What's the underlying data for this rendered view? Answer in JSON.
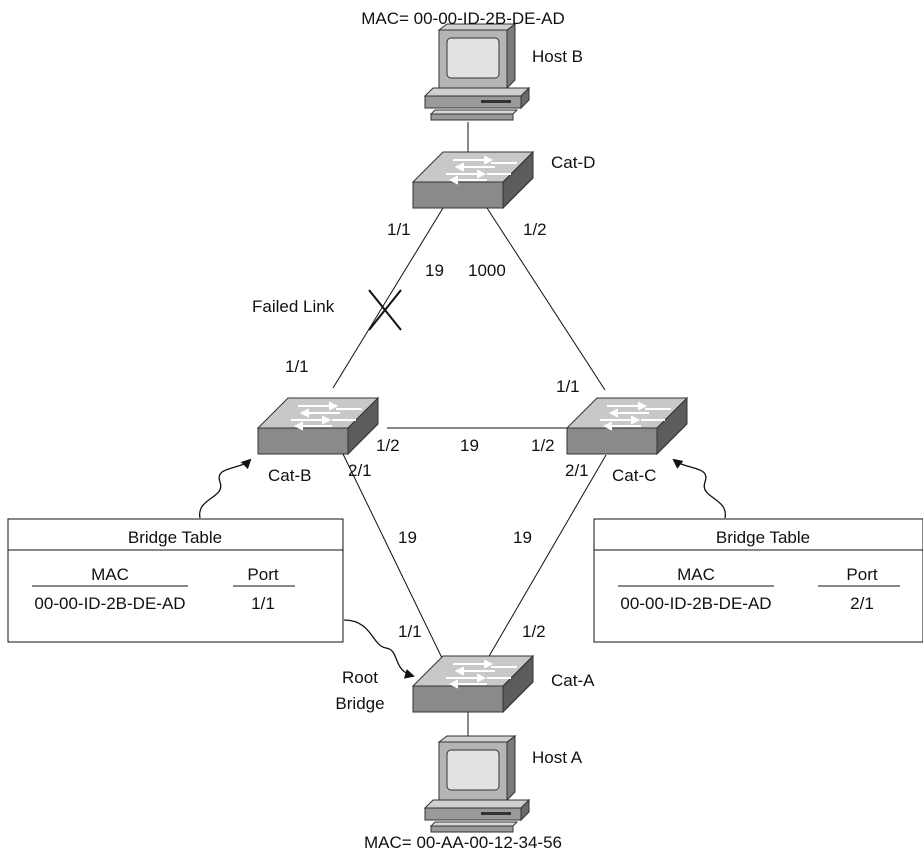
{
  "hosts": {
    "host_b": {
      "label": "Host B",
      "mac": "MAC= 00-00-ID-2B-DE-AD"
    },
    "host_a": {
      "label": "Host A",
      "mac": "MAC= 00-AA-00-12-34-56"
    }
  },
  "switches": {
    "cat_a": {
      "label": "Cat-A",
      "role_line1": "Root",
      "role_line2": "Bridge"
    },
    "cat_b": {
      "label": "Cat-B"
    },
    "cat_c": {
      "label": "Cat-C"
    },
    "cat_d": {
      "label": "Cat-D"
    }
  },
  "ports": {
    "d_1_1": "1/1",
    "d_1_2": "1/2",
    "b_1_1": "1/1",
    "b_1_2": "1/2",
    "b_2_1": "2/1",
    "c_1_1": "1/1",
    "c_1_2": "1/2",
    "c_2_1": "2/1",
    "a_1_1": "1/1",
    "a_1_2": "1/2"
  },
  "costs": {
    "d_b": "19",
    "d_c": "1000",
    "b_c": "19",
    "b_a": "19",
    "c_a": "19"
  },
  "failed_link_label": "Failed Link",
  "bridge_tables": {
    "left": {
      "title": "Bridge Table",
      "col_mac": "MAC",
      "col_port": "Port",
      "rows": [
        {
          "mac": "00-00-ID-2B-DE-AD",
          "port": "1/1"
        }
      ]
    },
    "right": {
      "title": "Bridge Table",
      "col_mac": "MAC",
      "col_port": "Port",
      "rows": [
        {
          "mac": "00-00-ID-2B-DE-AD",
          "port": "2/1"
        }
      ]
    }
  },
  "colors": {
    "switch_top": "#c8c8c8",
    "switch_front": "#8a8a8a",
    "switch_side": "#5c5c5c",
    "monitor_body": "#b5b5b5",
    "screen": "#e2e2e2"
  }
}
